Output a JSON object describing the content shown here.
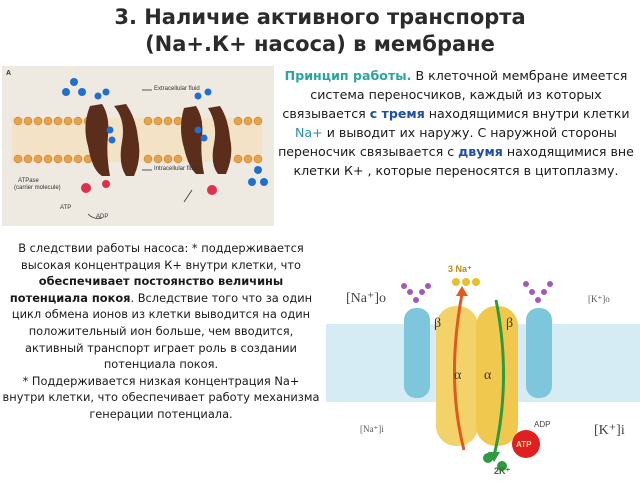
{
  "title": {
    "line1": "3. Наличие активного транспорта",
    "line2": "(Na+.К+ насоса) в мембране"
  },
  "figure_a": {
    "panel_letter": "A",
    "extracellular": "Extracellular fluid",
    "intracellular": "Intracellular fluid",
    "atpase_line1": "ATPase",
    "atpase_line2": "(carrier molecule)",
    "atp": "ATP",
    "adp": "ADP",
    "colors": {
      "na": "#1f6fd1",
      "k": "#e0304a",
      "protein": "#5a2e1a",
      "membrane": "#e8a24a"
    }
  },
  "principle": {
    "lead": "Принцип работы.",
    "t1": " В клеточной мембране имеется система переносчиков, каждый из которых связывается ",
    "b1": "с тремя",
    "t2": " находящимися внутри клетки ",
    "na": "Na+",
    "t3": " и выводит их наружу. С наружной стороны переносчик связывается с ",
    "b2": "двумя",
    "t4": " находящимися вне клетки К+ , которые переносятся в цитоплазму."
  },
  "consequence": {
    "t1": "В следствии работы насоса:  * поддерживается высокая концентрация К+ внутри клетки, что ",
    "b1": "обеспечивает постоянство величины потенциала покоя",
    "t2": ". Вследствие того что за один цикл обмена ионов из клетки выводится на один положительный ион больше, чем вводится, активный транспорт играет роль в создании потенциала покоя.",
    "t3": "* Поддерживается низкая концентрация ",
    "na": "Na+",
    "t4": " внутри клетки, что обеспечивает работу механизма генерации потенциала."
  },
  "figure_b": {
    "na_out_label": "3 Na⁺",
    "na_o": "[Na⁺]o",
    "k_o": "[K⁺]o",
    "na_i": "[Na⁺]i",
    "k_i": "[K⁺]i",
    "beta": "β",
    "alpha": "α",
    "adp": "ADP",
    "atp": "ATP",
    "k_in_label": "2K⁺",
    "colors": {
      "membrane": "#9fd0e6",
      "alpha": "#f3d26a",
      "beta": "#7ec6dc",
      "sugar": "#a05bb8",
      "na": "#e9c02a",
      "k": "#2f9a3f",
      "atp": "#e02020"
    }
  }
}
